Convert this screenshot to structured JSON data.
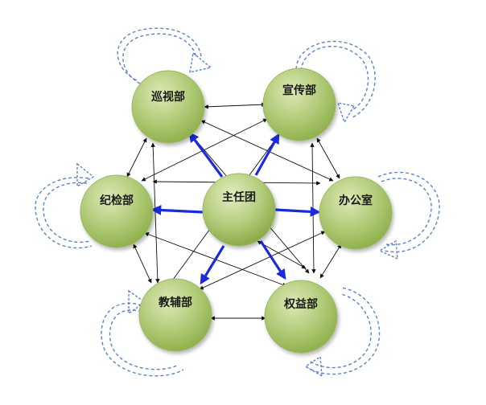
{
  "diagram": {
    "nodes": {
      "center": {
        "label": "主任团"
      },
      "xunshi": {
        "label": "巡视部"
      },
      "xuanchuan": {
        "label": "宣传部"
      },
      "jijian": {
        "label": "纪检部"
      },
      "bangong": {
        "label": "办公室"
      },
      "jiaofu": {
        "label": "教辅部"
      },
      "quanyi": {
        "label": "权益部"
      }
    },
    "colors": {
      "node_fill_light": "#dde9b6",
      "node_fill_dark": "#8fb04c",
      "node_stroke": "#9db866",
      "primary_arrow": "#1a2bdd",
      "link_arrow": "#111111",
      "cycle_arrow": "#5b84c4"
    }
  }
}
